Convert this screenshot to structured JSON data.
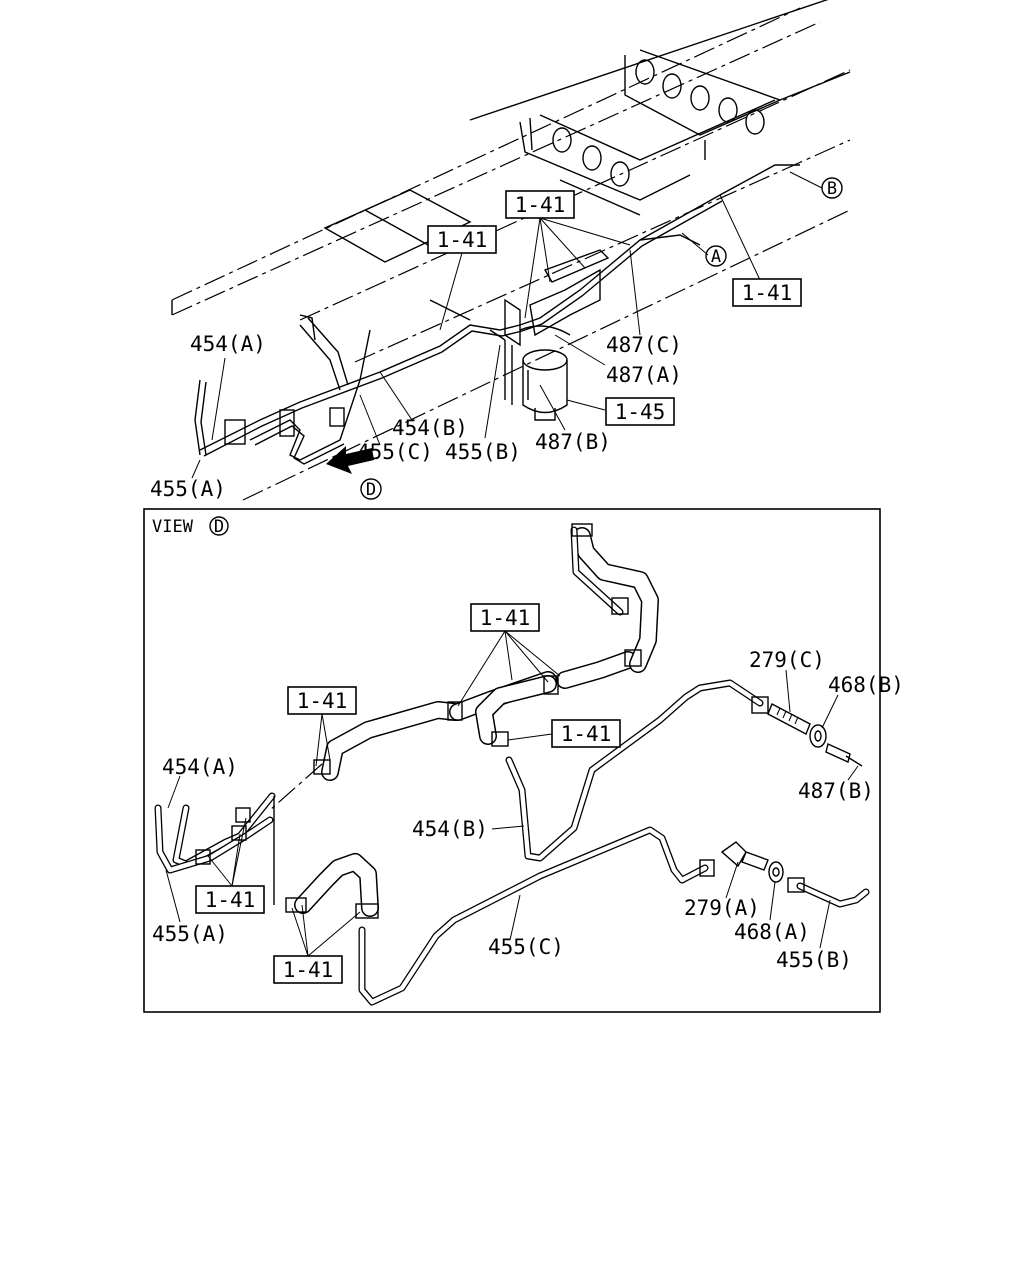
{
  "main_view": {
    "callouts": {
      "ref_1_41_top": "1-41",
      "ref_1_41_left": "1-41",
      "ref_1_41_right": "1-41",
      "ref_1_45": "1-45"
    },
    "labels": {
      "p454a": "454(A)",
      "p454b": "454(B)",
      "p455a": "455(A)",
      "p455b": "455(B)",
      "p455c": "455(C)",
      "p487a": "487(A)",
      "p487b": "487(B)",
      "p487c": "487(C)"
    },
    "circled_letters": {
      "a": "A",
      "b": "B",
      "d": "D"
    }
  },
  "detail_view": {
    "title": "VIEW",
    "title_letter": "D",
    "callouts": {
      "ref_1_41_center": "1-41",
      "ref_1_41_upper_left": "1-41",
      "ref_1_41_mid": "1-41",
      "ref_1_41_lower_left": "1-41",
      "ref_1_41_bottom": "1-41"
    },
    "labels": {
      "p279a": "279(A)",
      "p279c": "279(C)",
      "p454a": "454(A)",
      "p454b": "454(B)",
      "p455a": "455(A)",
      "p455b": "455(B)",
      "p455c": "455(C)",
      "p468a": "468(A)",
      "p468b": "468(B)",
      "p487b": "487(B)"
    }
  }
}
